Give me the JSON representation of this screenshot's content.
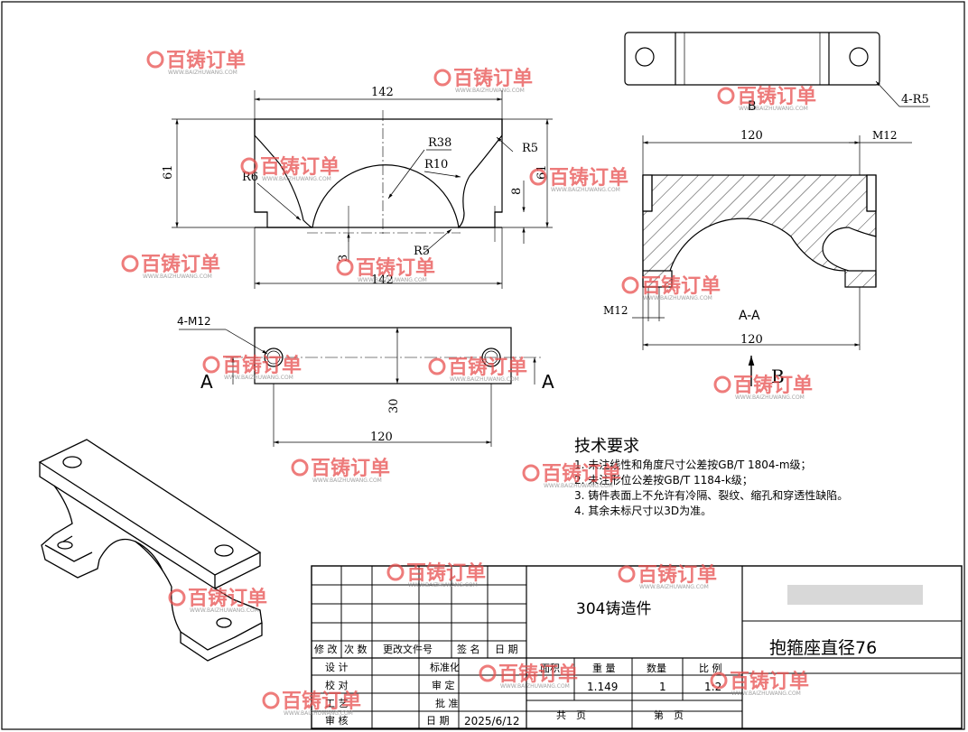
{
  "views": {
    "front": {
      "dims": {
        "width_top": "142",
        "width_bottom": "142",
        "height_left": "61",
        "height_right": "61",
        "r_outer": "R38",
        "r_inner": "R10",
        "r_corner_left": "R6",
        "r_corner_right": "R5",
        "r_bottom": "R5",
        "step_8": "8",
        "step_3": "3"
      }
    },
    "plan": {
      "thread_note": "4-M12",
      "width": "120",
      "depth": "30",
      "section_left": "A",
      "section_right": "A"
    },
    "top_right": {
      "corner_note": "4-R5",
      "view_label": "B"
    },
    "section": {
      "title": "A-A",
      "width_top": "120",
      "width_bottom": "120",
      "thread_top": "M12",
      "thread_bottom": "M12",
      "view_arrow_label": "B"
    }
  },
  "tech_requirements": {
    "title": "技术要求",
    "items": [
      "1. 未注线性和角度尺寸公差按GB/T 1804-m级；",
      "2. 未注形位公差按GB/T 1184-k级；",
      "3. 铸件表面上不允许有冷隔、裂纹、缩孔和穿透性缺陷。",
      "4. 其余未标尺寸以3D为准。"
    ]
  },
  "title_block": {
    "material": "304铸造件",
    "part_name": "抱箍座直径76",
    "revision_headers": [
      "修 改",
      "次 数",
      "更改文件号",
      "签 名",
      "日 期"
    ],
    "roles": [
      "设 计",
      "校 对",
      "工 艺",
      "审 核"
    ],
    "approvals": [
      "标准化",
      "审 定",
      "批 准",
      "日 期"
    ],
    "date": "2025/6/12",
    "prop_headers": [
      "面积",
      "重 量",
      "数量",
      "比 例"
    ],
    "prop_values": [
      "",
      "1.149",
      "1",
      "1:2"
    ],
    "sheet_total_label": "共　页",
    "sheet_no_label": "第　页"
  },
  "watermark": {
    "brand": "百铸订单",
    "url": "WWW.BAIZHUWANG.COM",
    "color": "#e8504f"
  }
}
